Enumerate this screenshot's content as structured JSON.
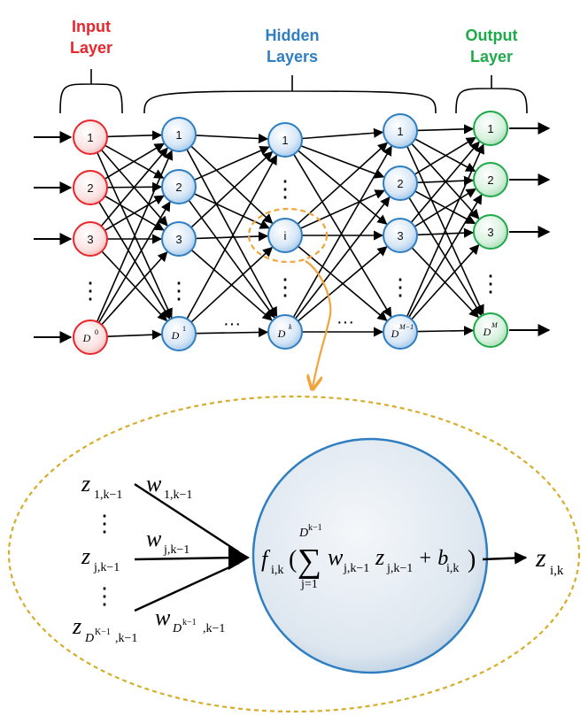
{
  "layers": {
    "input": {
      "line1": "Input",
      "line2": "Layer",
      "color": "#e8262b"
    },
    "hidden": {
      "line1": "Hidden",
      "line2": "Layers",
      "color": "#2f7ec1"
    },
    "output": {
      "line1": "Output",
      "line2": "Layer",
      "color": "#1faa4a"
    }
  },
  "nodes": {
    "input": [
      "1",
      "2",
      "3",
      "D"
    ],
    "input_last_sup": "0",
    "hidden1": [
      "1",
      "2",
      "3",
      "D"
    ],
    "hidden1_last_sup": "1",
    "hiddenk": [
      "1",
      "i",
      "D"
    ],
    "hiddenk_last_sup": "k",
    "hiddenM": [
      "1",
      "2",
      "3",
      "D"
    ],
    "hiddenM_last_sup": "M−1",
    "output": [
      "1",
      "2",
      "3",
      "D"
    ],
    "output_last_sup": "M"
  },
  "ellipsis": "⋮",
  "hdots": "···",
  "detail": {
    "z1": {
      "base": "z",
      "sub": "1,k−1"
    },
    "zj": {
      "base": "z",
      "sub": "j,k−1"
    },
    "zD": {
      "base": "z",
      "sub": "D",
      "sup": "K−1",
      "sub2": ",k−1"
    },
    "w1": {
      "base": "w",
      "sub": "1,k−1"
    },
    "wj": {
      "base": "w",
      "sub": "j,k−1"
    },
    "wD": {
      "base": "w",
      "sub": "D",
      "sup": "k−1",
      "sub2": ",k−1"
    },
    "f": {
      "base": "f",
      "sub": "i,k"
    },
    "sum_upper": "D",
    "sum_upper_sup": "k−1",
    "sum_lower": "j=1",
    "sum_symbol": "∑",
    "body": "w",
    "body_sub": "j,k−1",
    "body2": "z",
    "body2_sub": "j,k−1",
    "bias": "+ b",
    "bias_sub": "i,k",
    "output": {
      "base": "z",
      "sub": "i,k"
    }
  },
  "colors": {
    "input_stroke": "#e8262b",
    "hidden_stroke": "#2f7ec1",
    "output_stroke": "#1faa4a",
    "highlight": "#f2a43c",
    "detail_border": "#d6ad2a"
  }
}
